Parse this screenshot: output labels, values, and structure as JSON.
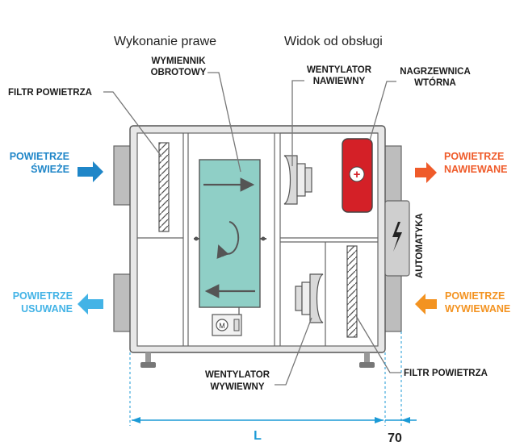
{
  "headers": {
    "left": "Wykonanie prawe",
    "right": "Widok od obsługi"
  },
  "labels": {
    "exchanger_line1": "WYMIENNIK",
    "exchanger_line2": "OBROTOWY",
    "filter_top": "FILTR POWIETRZA",
    "supply_fan_line1": "WENTYLATOR",
    "supply_fan_line2": "NAWIEWNY",
    "heater_line1": "NAGRZEWNICA",
    "heater_line2": "WTÓRNA",
    "exhaust_fan_line1": "WENTYLATOR",
    "exhaust_fan_line2": "WYWIEWNY",
    "filter_bottom": "FILTR POWIETRZA",
    "automation": "AUTOMATYKA",
    "motor": "M",
    "plus": "+"
  },
  "flows": {
    "fresh_line1": "POWIETRZE",
    "fresh_line2": "ŚWIEŻE",
    "removed_line1": "POWIETRZE",
    "removed_line2": "USUWANE",
    "supply_line1": "POWIETRZE",
    "supply_line2": "NAWIEWANE",
    "extract_line1": "POWIETRZE",
    "extract_line2": "WYWIEWANE"
  },
  "dimensions": {
    "length": "L",
    "offset": "70"
  },
  "colors": {
    "fresh": "#1f86c8",
    "removed": "#43b3e6",
    "supply": "#ef5b2a",
    "extract": "#f39321",
    "heater": "#d42027",
    "exchanger": "#8fcfc6",
    "dimension_line": "#1b9ad6"
  }
}
